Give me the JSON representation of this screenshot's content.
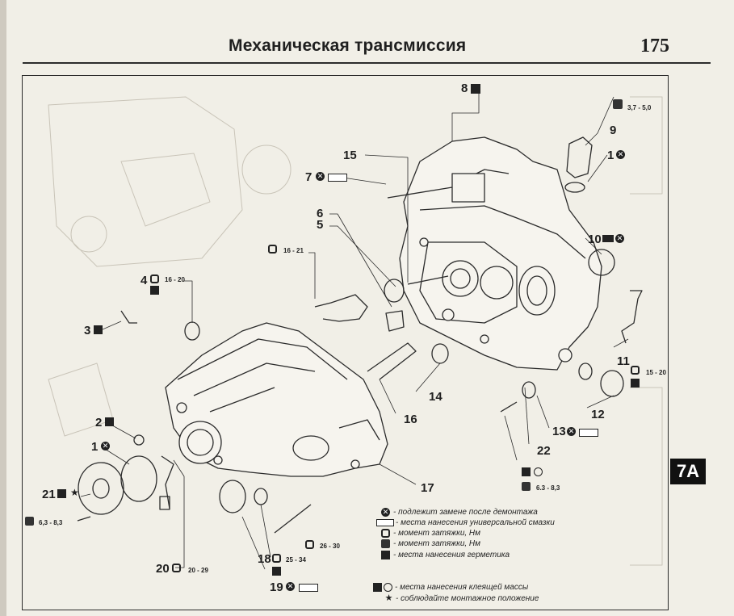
{
  "header": {
    "title": "Механическая трансмиссия",
    "page_number": "175"
  },
  "section_tab": "7A",
  "callouts": {
    "c1a": "1",
    "c1b": "1",
    "c2": "2",
    "c3": "3",
    "c4": "4",
    "c5": "5",
    "c6": "6",
    "c7": "7",
    "c8": "8",
    "c9": "9",
    "c10": "10",
    "c11": "11",
    "c12": "12",
    "c13": "13",
    "c14": "14",
    "c15": "15",
    "c16": "16",
    "c17": "17",
    "c18": "18",
    "c19": "19",
    "c20": "20",
    "c21": "21",
    "c22": "22"
  },
  "torques": {
    "t9": "3,7 - 5,0",
    "t4": "16 - 20",
    "t6": "16 - 21",
    "t11": "15 - 20",
    "t22": "6.3 - 8,3",
    "t21": "6,3 - 8,3",
    "t18a": "26 - 30",
    "t18b": "25 - 34",
    "t20": "20 - 29"
  },
  "legend": [
    {
      "icon": "x-circle",
      "text": "- подлежит замене после демонтажа"
    },
    {
      "icon": "grease",
      "text": "- места нанесения универсальной смазки"
    },
    {
      "icon": "torque",
      "text": "- момент затяжки, Нм"
    },
    {
      "icon": "torque-dark",
      "text": "- момент затяжки, Нм"
    },
    {
      "icon": "sealant",
      "text": "- места нанесения герметика"
    },
    {
      "icon": "adhesive",
      "text": "- места нанесения клеящей массы"
    },
    {
      "icon": "star",
      "text": "- соблюдайте монтажное положение"
    }
  ]
}
